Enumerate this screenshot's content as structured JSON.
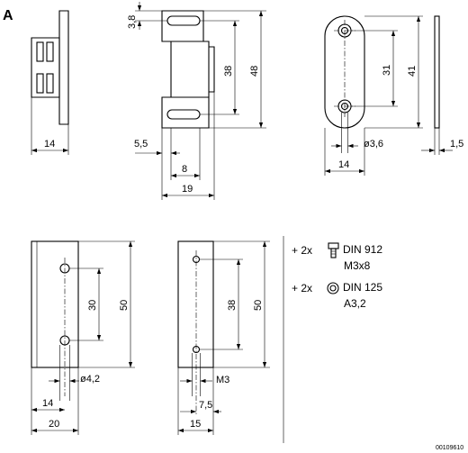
{
  "figure_letter": "A",
  "dims": {
    "top_hole_offset": "3,8",
    "height_slot_spacing": "38",
    "height_total": "48",
    "side_offset": "5,5",
    "slot_width": "8",
    "depth_total": "19",
    "front_hole_spacing": "31",
    "front_height": "41",
    "front_hole_dia": "ø3,6",
    "front_width": "14",
    "plate_thickness": "1,5",
    "mount1_hole_spacing": "30",
    "mount1_height": "50",
    "mount1_hole_dia": "ø4,2",
    "mount1_hole_offset": "14",
    "mount1_width": "20",
    "mount2_hole_spacing": "38",
    "mount2_height": "50",
    "mount2_thread": "M3",
    "mount2_hole_offset": "7,5",
    "mount2_width": "15"
  },
  "hardware": [
    {
      "qty": "+ 2x",
      "standard": "DIN 912",
      "size": "M3x8",
      "icon": "cap-screw-icon"
    },
    {
      "qty": "+ 2x",
      "standard": "DIN 125",
      "size": "A3,2",
      "icon": "washer-icon"
    }
  ],
  "drawing_number": "00109610"
}
